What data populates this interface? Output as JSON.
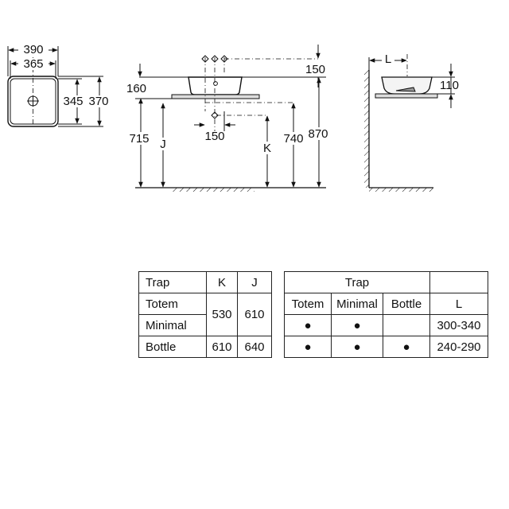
{
  "plan_view": {
    "width_outer": "390",
    "width_inner": "365",
    "depth_inner": "345",
    "depth_outer": "370"
  },
  "front_view": {
    "top_offset": "150",
    "left_height": "160",
    "waste_offset": "150",
    "h_715": "715",
    "label_j": "J",
    "label_k": "K",
    "h_740": "740",
    "h_870": "870"
  },
  "side_view": {
    "label_l": "L",
    "basin_height": "110"
  },
  "table_heights": {
    "header": [
      "Trap",
      "K",
      "J"
    ],
    "rows": [
      {
        "trap": "Totem"
      },
      {
        "trap": "Minimal"
      },
      {
        "trap": "Bottle",
        "k": "610",
        "j": "640"
      }
    ],
    "merged_k": "530",
    "merged_j": "610"
  },
  "table_distance": {
    "header": "Trap",
    "subheaders": [
      "Totem",
      "Minimal",
      "Bottle",
      "L"
    ],
    "rows": [
      {
        "totem": "●",
        "minimal": "●",
        "bottle": "",
        "l": "300-340"
      },
      {
        "totem": "●",
        "minimal": "●",
        "bottle": "●",
        "l": "240-290"
      }
    ]
  }
}
